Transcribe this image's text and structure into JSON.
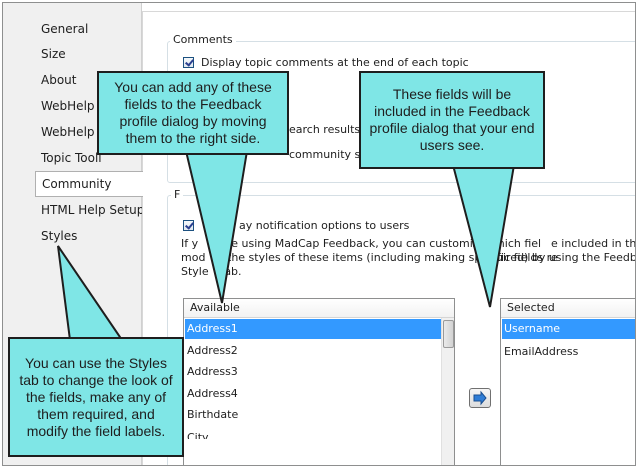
{
  "nav": {
    "items": [
      {
        "label": "General"
      },
      {
        "label": "Size"
      },
      {
        "label": "About"
      },
      {
        "label": "WebHelp S"
      },
      {
        "label": "WebHelp T"
      },
      {
        "label": "Topic Tooll"
      },
      {
        "label": "Community"
      },
      {
        "label": "HTML Help Setup"
      },
      {
        "label": "Styles"
      }
    ]
  },
  "comments": {
    "title": "Comments",
    "display_topic_comments": "Display topic comments at the end of each topic",
    "partial_search": "earch results",
    "partial_community": "community se"
  },
  "feedback": {
    "title_fragment": "F",
    "notification_label": "ay notification options to users",
    "desc_line1_a": "If y",
    "desc_line1_b": "re using MadCap Feedback, you can customize which fiel",
    "desc_line1_c": "e included in the user regist",
    "desc_line2_a": "mod",
    "desc_line2_b": "the styles of these items (including making specific fields re",
    "desc_line2_c": "uired) by using the Feedbac",
    "desc_line3": "Style",
    "desc_line3_b": "tab."
  },
  "available": {
    "header": "Available",
    "items": [
      "Address1",
      "Address2",
      "Address3",
      "Address4",
      "Birthdate",
      "City"
    ]
  },
  "selected": {
    "header": "Selected",
    "items": [
      "Username",
      "EmailAddress"
    ]
  },
  "callouts": {
    "left_top": "You can add any of these fields to the Feedback profile dialog by moving them to the right side.",
    "right_top": "These fields will be included in the Feedback profile dialog that your end users see.",
    "bottom_left": "You can use the Styles tab to change the look of the fields, make any of them required, and modify the field labels."
  },
  "colors": {
    "callout_fill": "#7fe6e6",
    "selection": "#3399ff"
  },
  "icons": {
    "move_right": "arrow-right-icon"
  }
}
